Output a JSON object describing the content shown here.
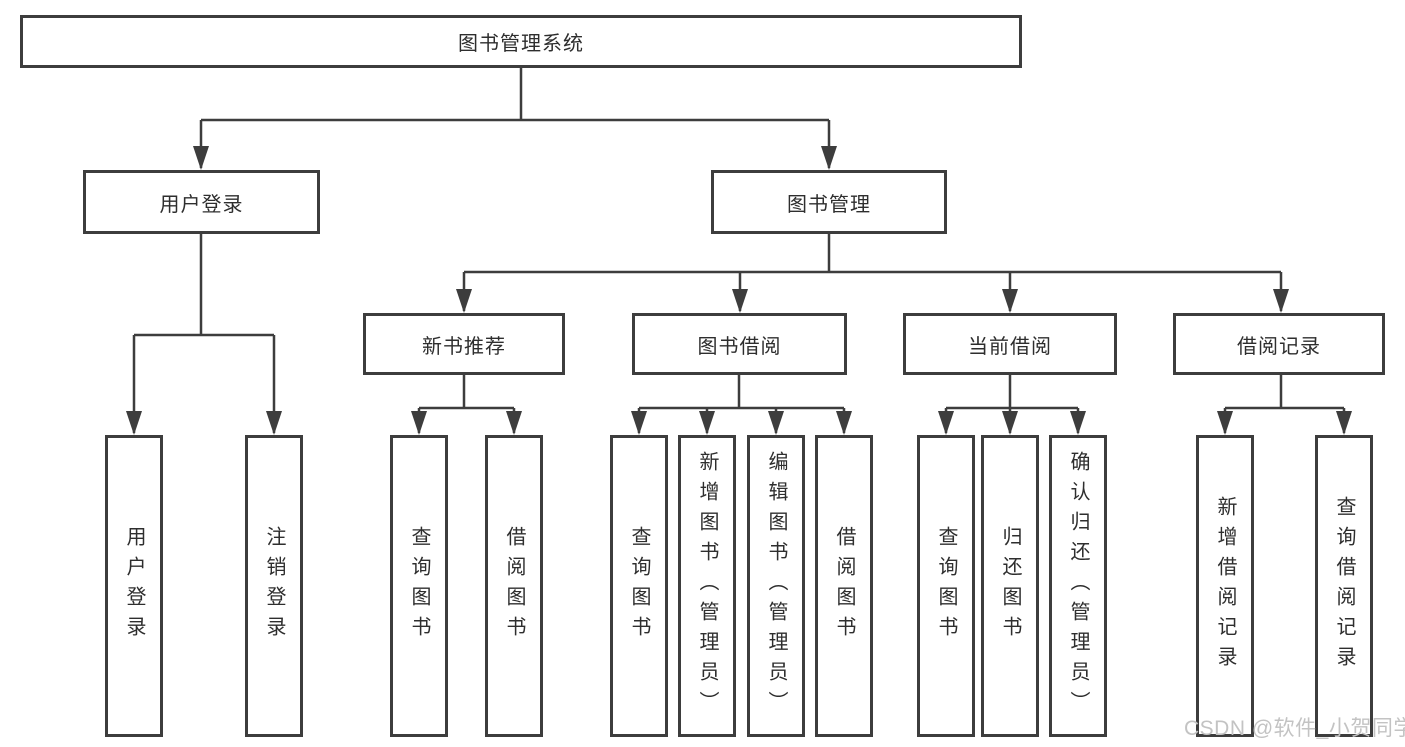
{
  "diagram_title": "图书管理系统",
  "colors": {
    "line": "#3d3d3d",
    "text": "#2e2e2e",
    "watermark": "#c3c3c3",
    "background": "#ffffff"
  },
  "watermark": "CSDN @软件_小贺同学",
  "tree": {
    "label": "图书管理系统",
    "children": [
      {
        "label": "用户登录",
        "children": [
          {
            "label": "用户登录"
          },
          {
            "label": "注销登录"
          }
        ]
      },
      {
        "label": "图书管理",
        "children": [
          {
            "label": "新书推荐",
            "children": [
              {
                "label": "查询图书"
              },
              {
                "label": "借阅图书"
              }
            ]
          },
          {
            "label": "图书借阅",
            "children": [
              {
                "label": "查询图书"
              },
              {
                "label": "新增图书（管理员）"
              },
              {
                "label": "编辑图书（管理员）"
              },
              {
                "label": "借阅图书"
              }
            ]
          },
          {
            "label": "当前借阅",
            "children": [
              {
                "label": "查询图书"
              },
              {
                "label": "归还图书"
              },
              {
                "label": "确认归还（管理员）"
              }
            ]
          },
          {
            "label": "借阅记录",
            "children": [
              {
                "label": "新增借阅记录"
              },
              {
                "label": "查询借阅记录"
              }
            ]
          }
        ]
      }
    ]
  }
}
